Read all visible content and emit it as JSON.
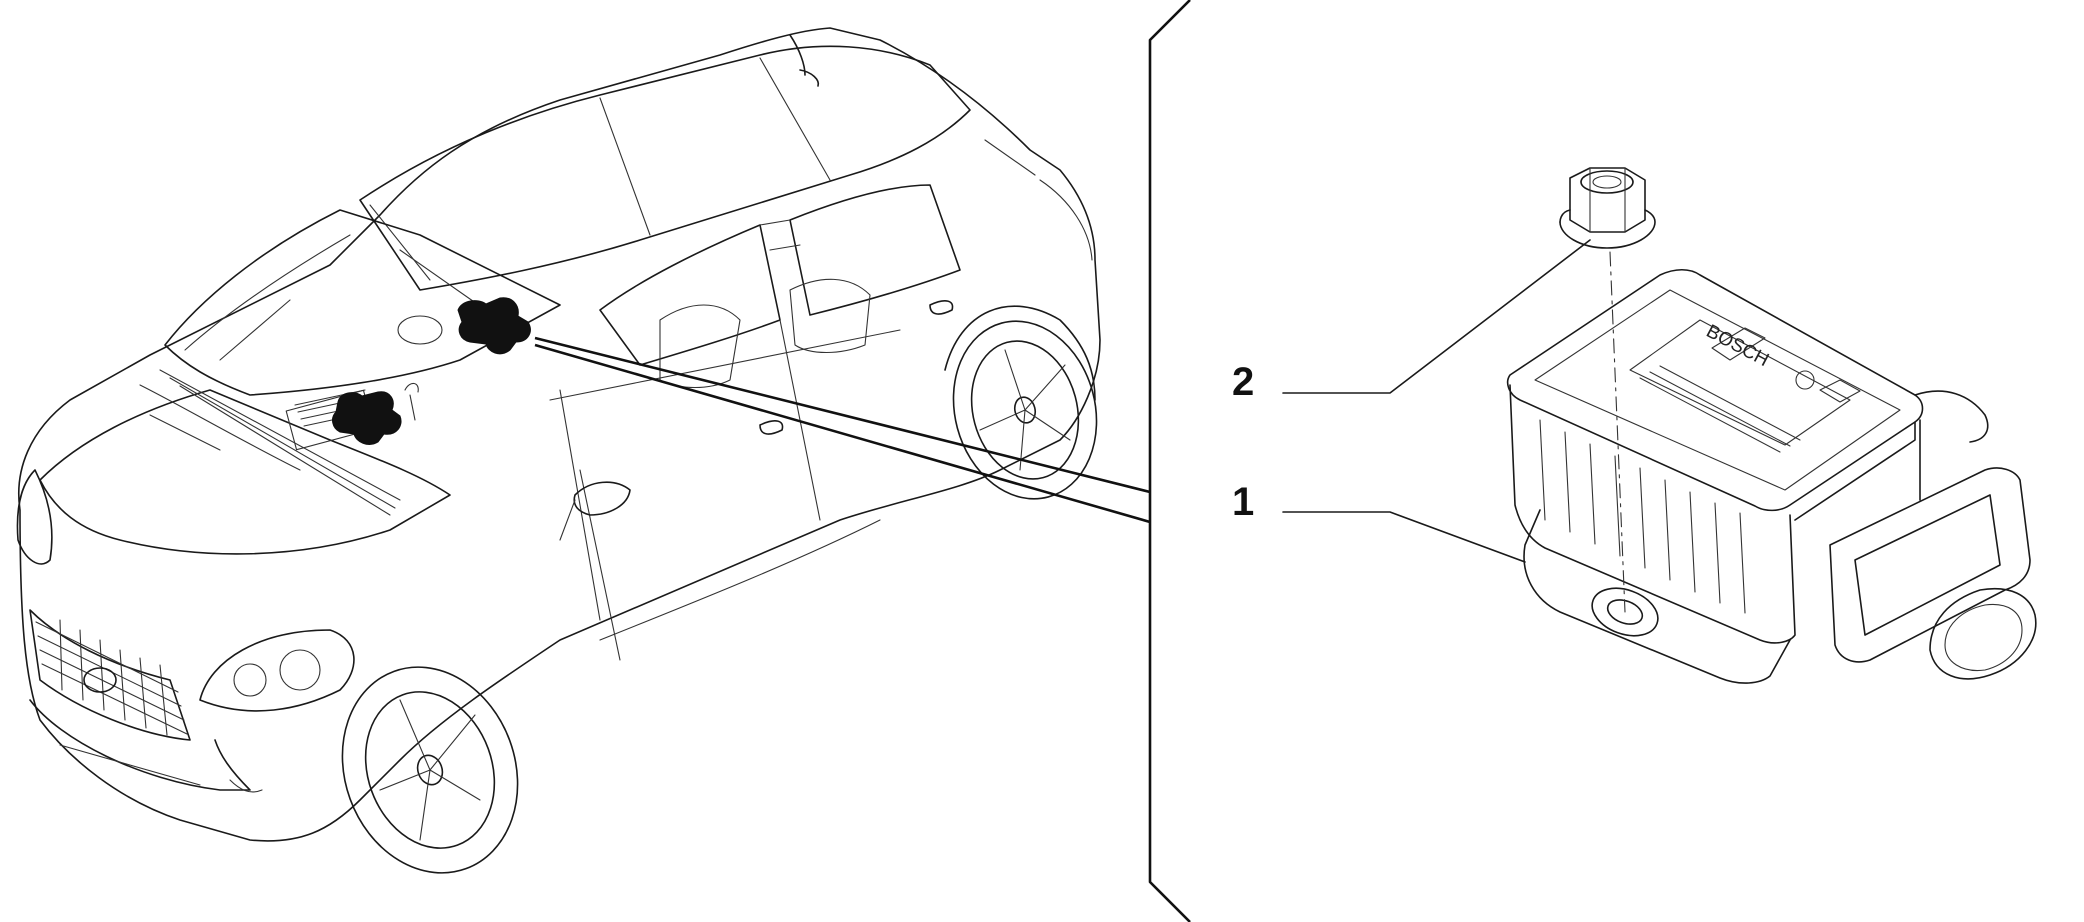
{
  "callouts": [
    {
      "number": "2",
      "part": "nut"
    },
    {
      "number": "1",
      "part": "sensor"
    }
  ],
  "sensor_brand": "BOSCH",
  "icons": {
    "car": "car-outline-illustration",
    "sensor": "sensor-module-illustration",
    "nut": "flange-nut-illustration",
    "location_markers": "component-location-marker"
  },
  "colors": {
    "line": "#1a1a1a",
    "background": "#ffffff",
    "marker": "#111111"
  }
}
